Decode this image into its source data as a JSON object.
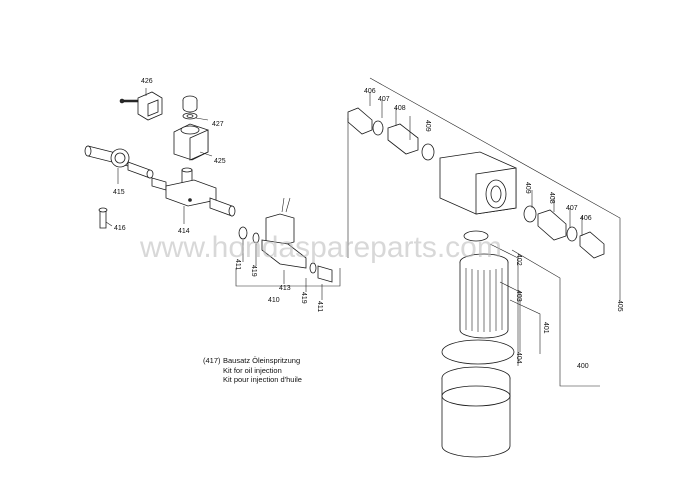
{
  "labels": {
    "l426": "426",
    "l427": "427",
    "l425": "425",
    "l415": "415",
    "l416": "416",
    "l414": "414",
    "l411a": "411",
    "l419a": "419",
    "l413": "413",
    "l419b": "419",
    "l411b": "411",
    "l410": "410",
    "l406a": "406",
    "l407a": "407",
    "l408a": "408",
    "l409a": "409",
    "l409b": "409",
    "l408b": "408",
    "l407b": "407",
    "l406b": "406",
    "l405": "405",
    "l402": "402",
    "l403": "403",
    "l401": "401",
    "l404": "404",
    "l400": "400"
  },
  "watermark": "www.hondaspareparts.com",
  "kit_note": {
    "ref": "(417)",
    "de": "Bausatz Öleinspritzung",
    "en": "Kit for oil injection",
    "fr": "Kit pour injection d'huile"
  }
}
